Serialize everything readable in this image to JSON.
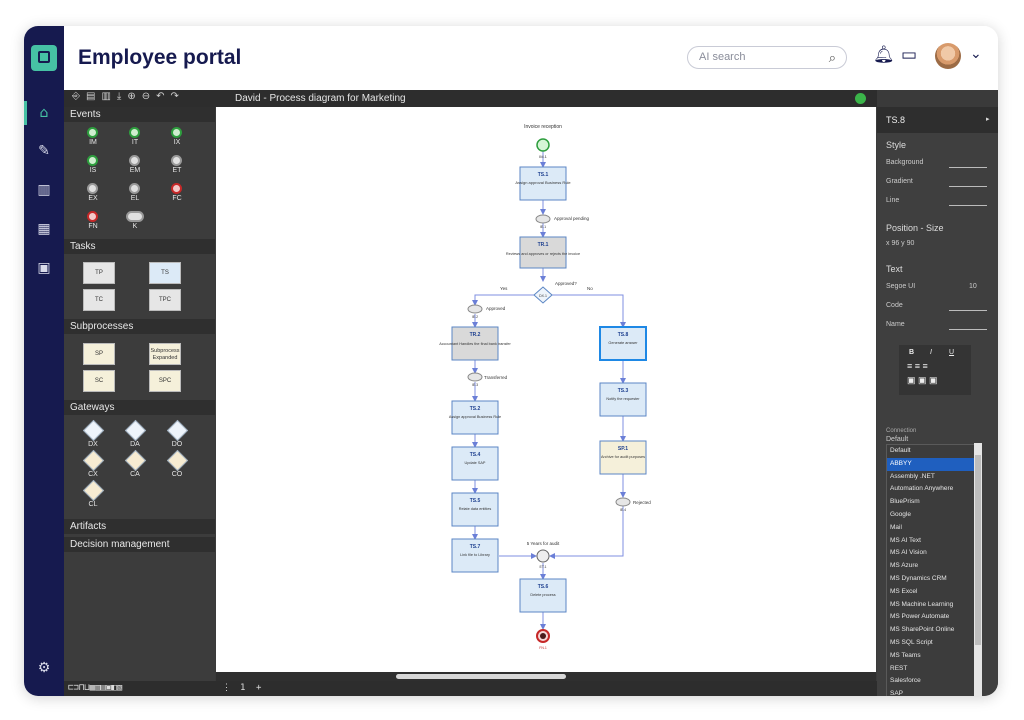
{
  "header": {
    "title": "Employee portal",
    "search_placeholder": "AI search"
  },
  "editor": {
    "doc_title": "David - Process diagram for Marketing"
  },
  "palette": {
    "sections": {
      "events": "Events",
      "tasks": "Tasks",
      "subprocesses": "Subprocesses",
      "gateways": "Gateways",
      "artifacts": "Artifacts",
      "decision": "Decision management"
    },
    "events": [
      "IM",
      "IT",
      "IX",
      "IS",
      "EM",
      "ET",
      "EX",
      "EL",
      "FC",
      "FN",
      "K"
    ],
    "tasks": [
      "TP",
      "TS",
      "TC",
      "TPC"
    ],
    "subprocesses": [
      "SP",
      "Subprocess Expanded",
      "SC",
      "SPC"
    ],
    "gateways": [
      "DX",
      "DA",
      "DO",
      "CX",
      "CA",
      "CO",
      "CL"
    ]
  },
  "diagram": {
    "start_label": "Invoice reception",
    "start_id": "IM.1",
    "ts1": {
      "id": "TS.1",
      "text": "Assign approval Business Rule"
    },
    "ie1": {
      "id": "IE.1",
      "text": "Approval pending"
    },
    "tr1": {
      "id": "TR.1",
      "text": "Reviews and approves or rejects the invoice"
    },
    "dx1": {
      "id": "DX.1",
      "text": "Approved?"
    },
    "yes": "Yes",
    "no": "No",
    "ie2": {
      "id": "IE.2",
      "text": "Approved"
    },
    "tr2": {
      "id": "TR.2",
      "text": "Accountant Handles the final bank transfer"
    },
    "ie3": {
      "id": "IE.3",
      "text": "Transferred"
    },
    "ts2": {
      "id": "TS.2",
      "text": "Assign approval Business Rule"
    },
    "ts4": {
      "id": "TS.4",
      "text": "Update SAP"
    },
    "ts5": {
      "id": "TS.5",
      "text": "Relate data entities"
    },
    "ts7": {
      "id": "TS.7",
      "text": "Link file to Library"
    },
    "ts8": {
      "id": "TS.8",
      "text": "Generate answer"
    },
    "ts3": {
      "id": "TS.3",
      "text": "Notify the requester"
    },
    "sp1": {
      "id": "SP.1",
      "text": "Archive for audit purposes"
    },
    "ie4": {
      "id": "IE.4",
      "text": "Rejected"
    },
    "et1": {
      "id": "ET.1",
      "text": "5 Years for audit"
    },
    "ts6": {
      "id": "TS.6",
      "text": "Delete process"
    },
    "end_id": "FN.1"
  },
  "properties": {
    "selected": "TS.8",
    "style": "Style",
    "background": "Background",
    "gradient": "Gradient",
    "line": "Line",
    "position_size": "Position - Size",
    "pos": "x  96   y  90",
    "text": "Text",
    "font": "Segoe UI",
    "font_size": "10",
    "code": "Code",
    "name": "Name",
    "connection_label": "Connection",
    "connection_value": "Default",
    "options": [
      "Default",
      "ABBYY",
      "Assembly .NET",
      "Automation Anywhere",
      "BluePrism",
      "Google",
      "Mail",
      "MS AI Text",
      "MS AI Vision",
      "MS Azure",
      "MS Dynamics CRM",
      "MS Excel",
      "MS Machine Learning",
      "MS Power Automate",
      "MS SharePoint Online",
      "MS SQL Script",
      "MS Teams",
      "REST",
      "Salesforce",
      "SAP"
    ],
    "selected_option": "ABBYY"
  },
  "bottom": {
    "page": "1"
  },
  "colors": {
    "nav": "#161a4f",
    "accent": "#46c1a4",
    "task_fill": "#dceaf7",
    "task_border": "#5b86c4",
    "select_blue": "#1f5fbf"
  }
}
